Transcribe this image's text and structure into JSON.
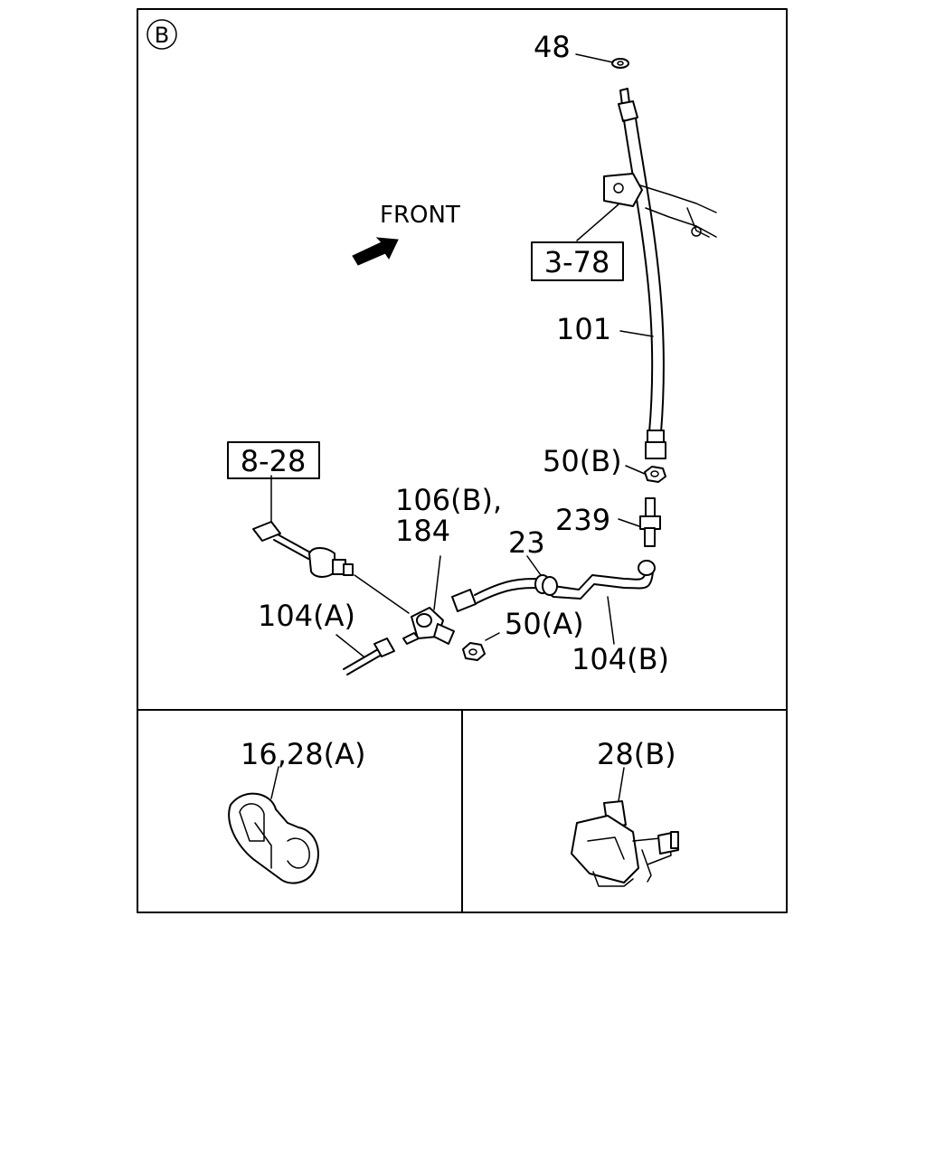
{
  "section_marker": "B",
  "front_label": "FRONT",
  "labels": {
    "p48": "48",
    "ref_3_78": "3-78",
    "p101": "101",
    "ref_8_28": "8-28",
    "p50b": "50(B)",
    "p106b_line1": "106(B),",
    "p106b_line2": "184",
    "p239": "239",
    "p23": "23",
    "p104a": "104(A)",
    "p50a": "50(A)",
    "p104b": "104(B)",
    "p16_28a": "16,28(A)",
    "p28b": "28(B)"
  }
}
